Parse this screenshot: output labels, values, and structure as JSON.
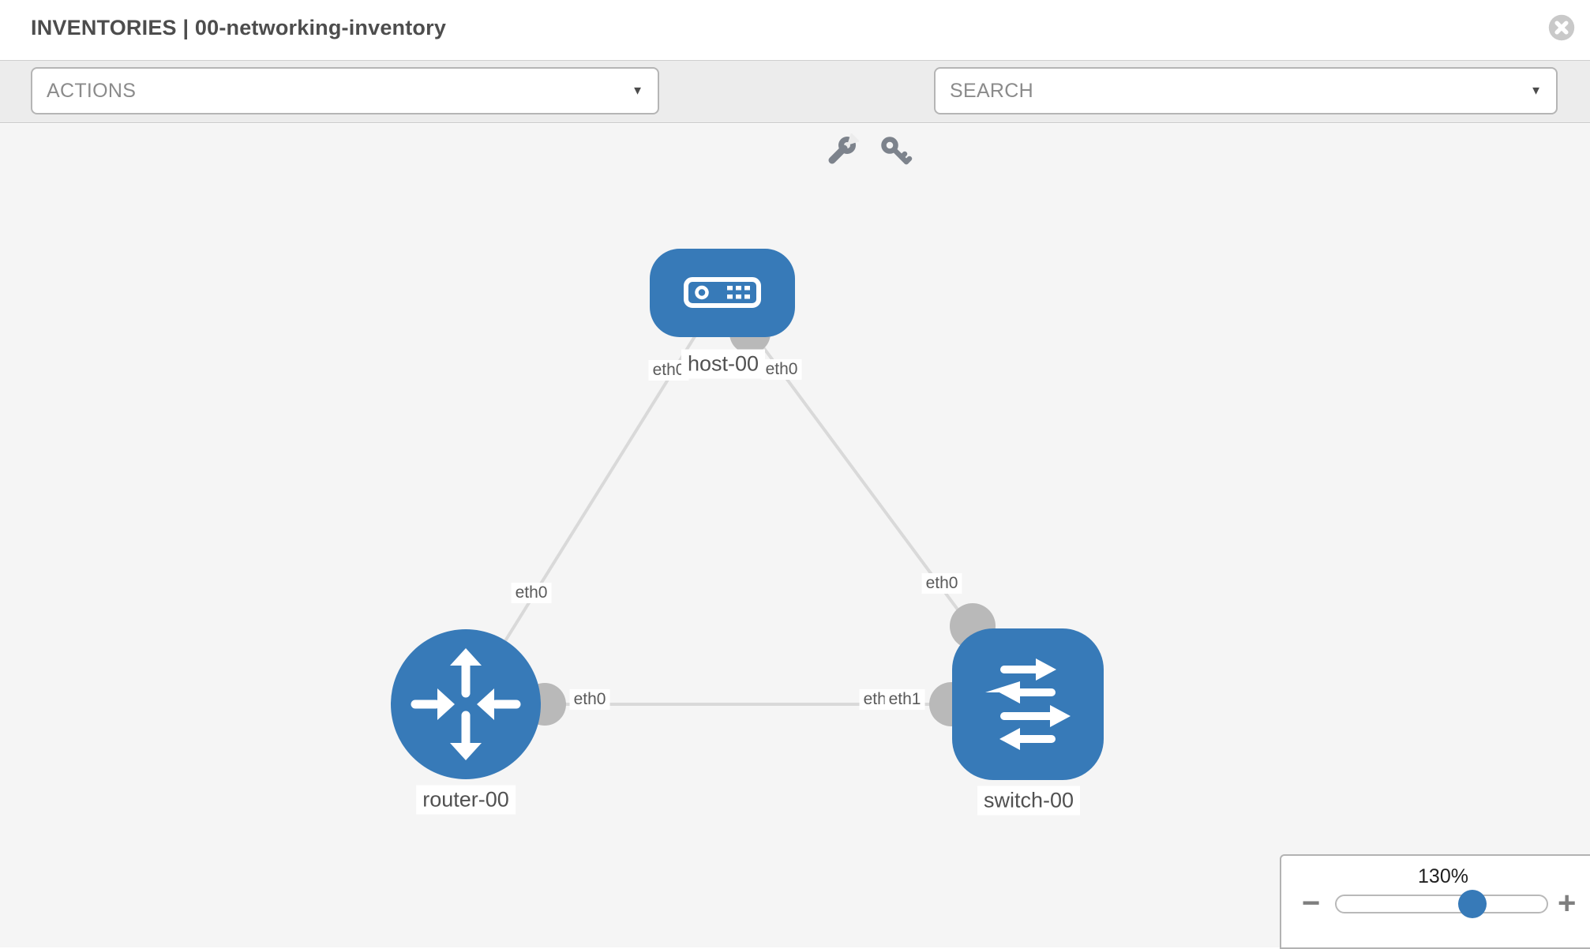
{
  "header": {
    "title": "INVENTORIES | 00-networking-inventory"
  },
  "toolbar": {
    "actions_label": "ACTIONS",
    "search_placeholder": "SEARCH",
    "caret": "▼",
    "icons": {
      "wrench": "wrench-icon",
      "key": "key-icon"
    }
  },
  "topology": {
    "nodes": [
      {
        "id": "host-00",
        "label": "host-00",
        "type": "host",
        "shape": "rounded-rect"
      },
      {
        "id": "router-00",
        "label": "router-00",
        "type": "router",
        "shape": "circle"
      },
      {
        "id": "switch-00",
        "label": "switch-00",
        "type": "switch",
        "shape": "rounded-square"
      }
    ],
    "links": [
      {
        "from": "router-00",
        "to": "host-00",
        "from_iface": "eth0",
        "to_iface": "eth0"
      },
      {
        "from": "host-00",
        "to": "switch-00",
        "from_iface": "eth0",
        "to_iface": "eth0"
      },
      {
        "from": "router-00",
        "to": "switch-00",
        "from_iface": "eth0",
        "to_iface": "eth1"
      }
    ],
    "iface_labels": [
      {
        "text": "eth0",
        "at": "host-left"
      },
      {
        "text": "eth0",
        "at": "host-right"
      },
      {
        "text": "eth0",
        "at": "router-top"
      },
      {
        "text": "eth0",
        "at": "router-right"
      },
      {
        "text": "eth0",
        "at": "switch-top"
      },
      {
        "text": "eth0",
        "at": "switch-left-under"
      },
      {
        "text": "eth1",
        "at": "switch-left-over"
      }
    ]
  },
  "zoom_control": {
    "value_label": "130%",
    "minus_label": "−",
    "plus_label": "+"
  },
  "colors": {
    "node_blue": "#377ab8",
    "edge_gray": "#d9d9d9",
    "port_gray": "#b9b9b9",
    "canvas_bg": "#f5f5f5",
    "toolbar_bg": "#ececec"
  }
}
